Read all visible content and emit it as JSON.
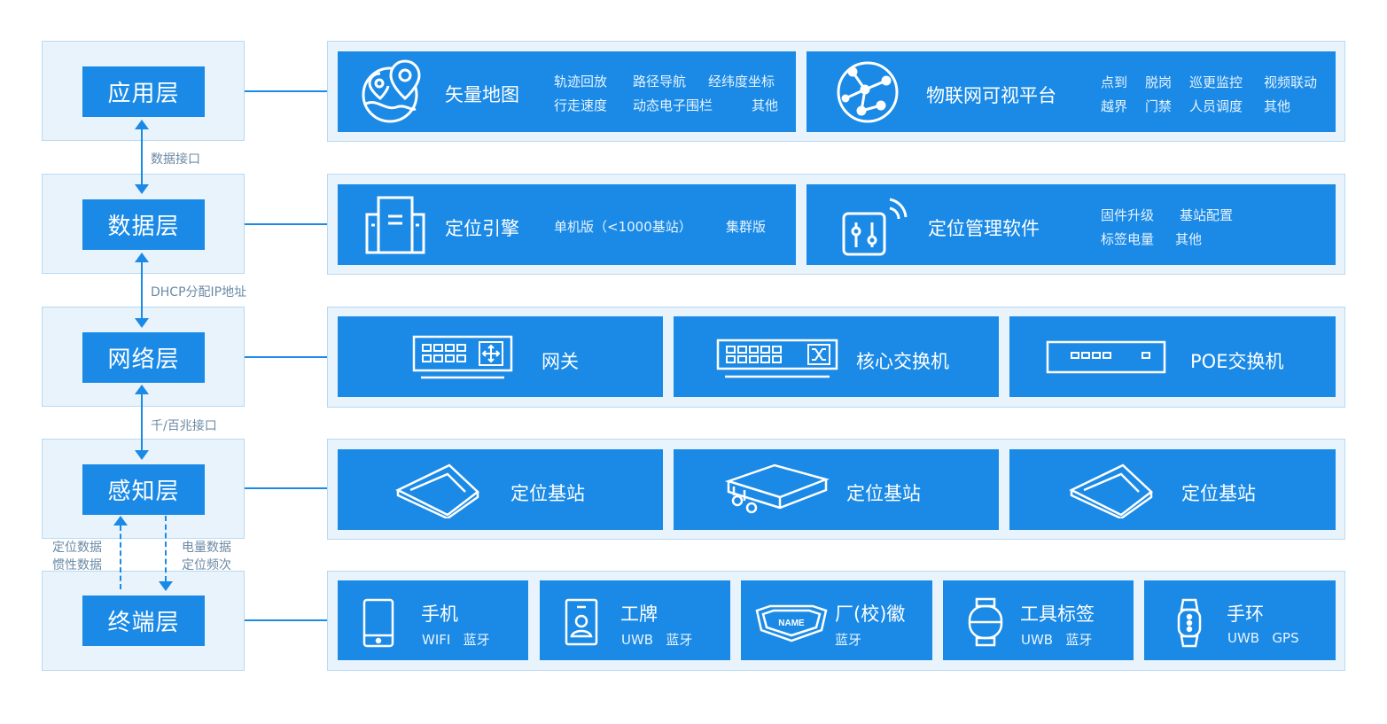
{
  "layers": [
    {
      "label": "应用层"
    },
    {
      "label": "数据层"
    },
    {
      "label": "网络层"
    },
    {
      "label": "感知层"
    },
    {
      "label": "终端层"
    }
  ],
  "connectors": {
    "app_data": "数据接口",
    "data_net": "DHCP分配IP地址",
    "net_sense": "千/百兆接口",
    "sense_term_left_1": "定位数据",
    "sense_term_left_2": "惯性数据",
    "sense_term_right_1": "电量数据",
    "sense_term_right_2": "定位频次"
  },
  "app": {
    "map": {
      "title": "矢量地图",
      "items": [
        "轨迹回放",
        "路径导航",
        "经纬度坐标",
        "行走速度",
        "动态电子围栏",
        "其他"
      ],
      "icon": "map-pin-icon"
    },
    "iot": {
      "title": "物联网可视平台",
      "items": [
        "点到",
        "脱岗",
        "巡更监控",
        "视频联动",
        "越界",
        "门禁",
        "人员调度",
        "其他"
      ],
      "icon": "globe-network-icon"
    }
  },
  "data": {
    "engine": {
      "title": "定位引擎",
      "items": [
        "单机版（<1000基站）",
        "集群版"
      ],
      "icon": "server-icon"
    },
    "mgmt": {
      "title": "定位管理软件",
      "items": [
        "固件升级",
        "基站配置",
        "标签电量",
        "其他"
      ],
      "icon": "control-panel-icon"
    }
  },
  "network": [
    {
      "title": "网关",
      "icon": "gateway-icon"
    },
    {
      "title": "核心交换机",
      "icon": "core-switch-icon"
    },
    {
      "title": "POE交换机",
      "icon": "poe-switch-icon"
    }
  ],
  "sensing": [
    {
      "title": "定位基站",
      "icon": "base-station-icon"
    },
    {
      "title": "定位基站",
      "icon": "outdoor-base-station-icon"
    },
    {
      "title": "定位基站",
      "icon": "base-station-icon"
    }
  ],
  "terminal": [
    {
      "title": "手机",
      "sub": "WIFI   蓝牙",
      "icon": "phone-icon"
    },
    {
      "title": "工牌",
      "sub": "UWB   蓝牙",
      "icon": "badge-icon"
    },
    {
      "title": "厂(校)徽",
      "sub": "蓝牙",
      "icon": "emblem-icon",
      "emblem_text": "NAME"
    },
    {
      "title": "工具标签",
      "sub": "UWB   蓝牙",
      "icon": "tool-tag-icon"
    },
    {
      "title": "手环",
      "sub": "UWB   GPS",
      "icon": "wristband-icon"
    }
  ]
}
